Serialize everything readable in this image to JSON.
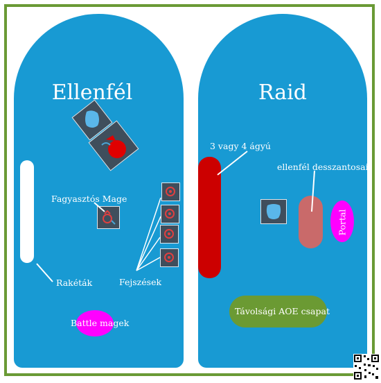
{
  "panels": {
    "left": {
      "title": "Ellenfél",
      "labels": {
        "frost_mage": "Fagyasztós Mage",
        "rockets": "Rakéták",
        "heads": "Fejszések",
        "battle_mages": "Battle magek"
      }
    },
    "right": {
      "title": "Raid",
      "labels": {
        "cannons": "3 vagy 4 ágyú",
        "enemy_desantos": "ellenfél desszantosai",
        "portal": "Portal",
        "ranged_aoe": "Távolsági AOE csapat"
      }
    }
  },
  "colors": {
    "frame": "#6a9a35",
    "panel": "#189ad3",
    "cannon_bar": "#cc0000",
    "desantos_pill": "#c96a6a",
    "portal": "#ff00ff",
    "battle_mages": "#ff00ff",
    "aoe_team": "#6b9a33",
    "rockets_bar": "#ffffff"
  },
  "icons": [
    "frost-mage-icon",
    "enemy-hero-icon",
    "axe-warrior-icon",
    "blue-drop-icon",
    "qr-code-icon"
  ]
}
